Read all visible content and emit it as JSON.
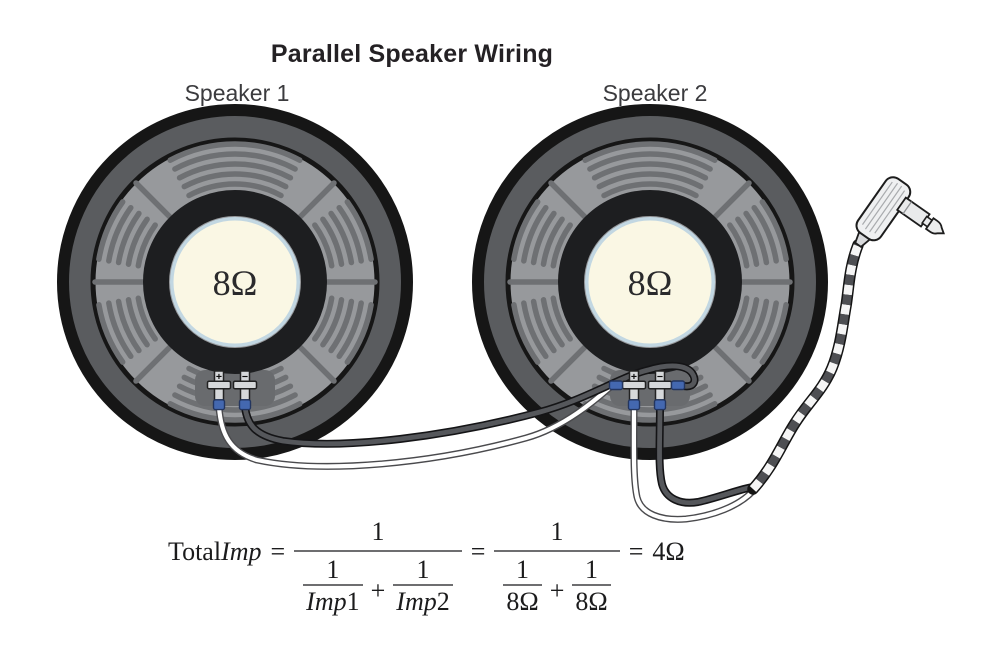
{
  "title": "Parallel Speaker Wiring",
  "speakers": [
    {
      "label": "Speaker 1",
      "impedance": "8Ω",
      "terminals": {
        "positive": "+",
        "negative": "−"
      }
    },
    {
      "label": "Speaker 2",
      "impedance": "8Ω",
      "terminals": {
        "positive": "+",
        "negative": "−"
      }
    }
  ],
  "formula": {
    "lhs_roman": "Total",
    "lhs_italic": "Imp",
    "eq": "=",
    "plus": "+",
    "frac1": {
      "num": "1",
      "sub1": {
        "num": "1",
        "den_italic": "Imp",
        "den_roman": "1"
      },
      "sub2": {
        "num": "1",
        "den_italic": "Imp",
        "den_roman": "2"
      }
    },
    "frac2": {
      "num": "1",
      "sub1": {
        "num": "1",
        "den": "8Ω"
      },
      "sub2": {
        "num": "1",
        "den": "8Ω"
      }
    },
    "result": "4Ω"
  },
  "colors": {
    "rim": "#5a5c5f",
    "frame": "#97999c",
    "slot": "#6e7073",
    "panel": "#696b6e",
    "surround": "#1d1e20",
    "capRing": "#c2d7e2",
    "cone": "#faf7e4",
    "stroke": "#161616",
    "metal": "#d6d8da",
    "crimpBlue": "#4468b0",
    "wireDark": "#55575b",
    "wireWhite": "#ffffff",
    "jackBody": "#eff0f1"
  }
}
